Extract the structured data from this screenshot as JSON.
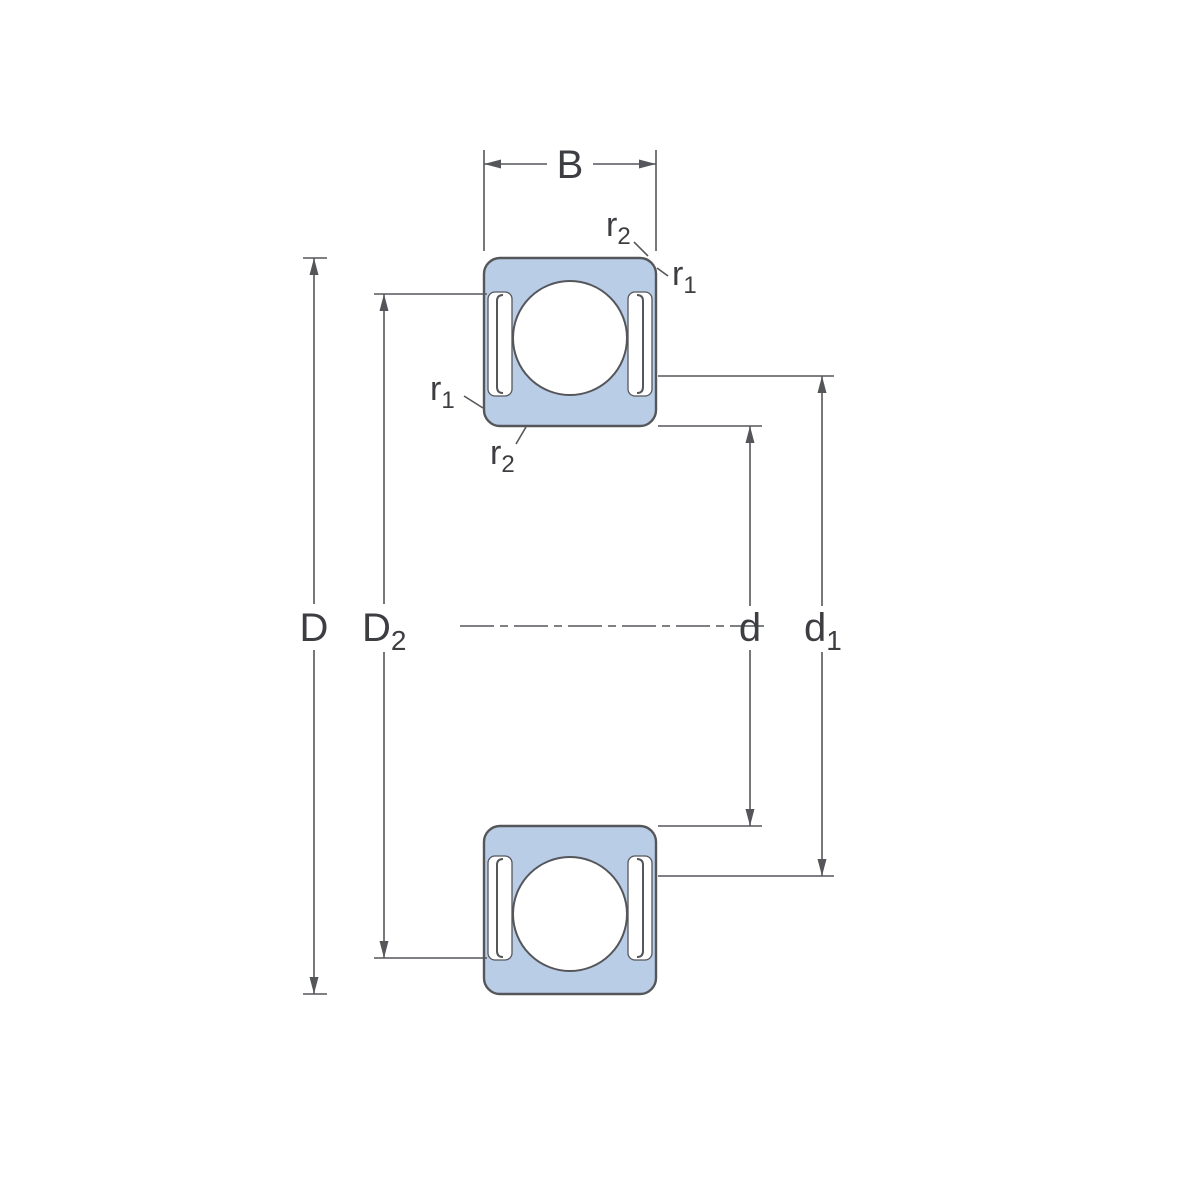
{
  "colors": {
    "bearing_fill": "#b9cde7",
    "line": "#55565a",
    "text": "#3d3e42",
    "background": "#ffffff"
  },
  "dimensions": {
    "width": {
      "label": "B"
    },
    "outer_diameter": {
      "label": "D"
    },
    "shield_land_diameter": {
      "base": "D",
      "sub": "2"
    },
    "bore_diameter": {
      "label": "d"
    },
    "shoulder_diameter": {
      "base": "d",
      "sub": "1"
    }
  },
  "r_labels": {
    "upper_r2": {
      "base": "r",
      "sub": "2"
    },
    "upper_r1": {
      "base": "r",
      "sub": "1"
    },
    "lower_r1": {
      "base": "r",
      "sub": "1"
    },
    "lower_r2": {
      "base": "r",
      "sub": "2"
    }
  }
}
